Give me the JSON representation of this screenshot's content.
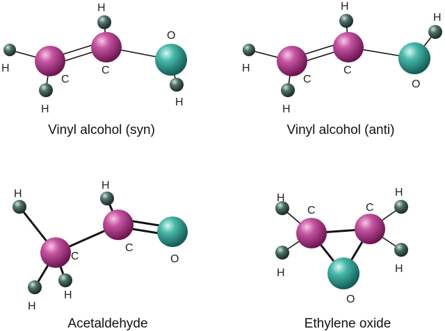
{
  "element_symbols": {
    "hydrogen": "H",
    "carbon": "C",
    "oxygen": "O"
  },
  "atom_colors": {
    "carbon": "#a0307a",
    "oxygen": "#2f9e93",
    "hydrogen": "#3a5650"
  },
  "molecules": {
    "vinyl_syn": {
      "caption": "Vinyl alcohol (syn)"
    },
    "vinyl_anti": {
      "caption": "Vinyl alcohol (anti)"
    },
    "acetaldehyde": {
      "caption": "Acetaldehyde"
    },
    "ethylene_oxide": {
      "caption": "Ethylene oxide"
    }
  }
}
